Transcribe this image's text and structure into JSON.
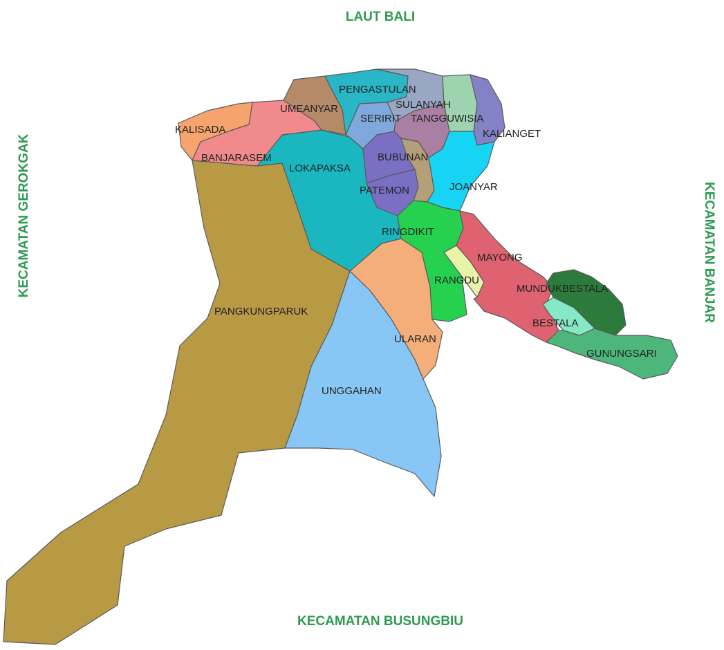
{
  "colors": {
    "border_label": "#2e9a4f",
    "village_label": "#222222"
  },
  "borders": {
    "north": "LAUT BALI",
    "south": "KECAMATAN BUSUNGBIU",
    "west": "KECAMATAN GEROKGAK",
    "east": "KECAMATAN BANJAR"
  },
  "villages": [
    {
      "key": "pangkungparuk",
      "name": "PANGKUNGPARUK",
      "color": "#b89a45"
    },
    {
      "key": "unggahan",
      "name": "UNGGAHAN",
      "color": "#87c6f5"
    },
    {
      "key": "ularan",
      "name": "ULARAN",
      "color": "#f4ae7a"
    },
    {
      "key": "lokapaksa",
      "name": "LOKAPAKSA",
      "color": "#1ab7c1"
    },
    {
      "key": "banjarasem",
      "name": "BANJARASEM",
      "color": "#f08a8c"
    },
    {
      "key": "kalisada",
      "name": "KALISADA",
      "color": "#f6a36e"
    },
    {
      "key": "umeanyar",
      "name": "UMEANYAR",
      "color": "#b48a68"
    },
    {
      "key": "pengastulan",
      "name": "PENGASTULAN",
      "color": "#29b6c6"
    },
    {
      "key": "sulanyah",
      "name": "SULANYAH",
      "color": "#9aa7c4"
    },
    {
      "key": "seririt",
      "name": "SERIRIT",
      "color": "#7fa9dc"
    },
    {
      "key": "tangguwisia",
      "name": "TANGGUWISIA",
      "color": "#a97fa3"
    },
    {
      "key": "kaliangget_green",
      "name": "",
      "color": "#9ed3b0"
    },
    {
      "key": "kaliangget",
      "name": "KALIANGET",
      "color": "#8482c6"
    },
    {
      "key": "bubunan",
      "name": "BUBUNAN",
      "color": "#7b6fc4"
    },
    {
      "key": "patemon",
      "name": "PATEMON",
      "color": "#7b6fc4"
    },
    {
      "key": "patemon_strip",
      "name": "",
      "color": "#b39f78"
    },
    {
      "key": "joanyar",
      "name": "JOANYAR",
      "color": "#17d3f4"
    },
    {
      "key": "ringdikit",
      "name": "RINGDIKIT",
      "color": "#26d14f"
    },
    {
      "key": "rangdu",
      "name": "RANGDU",
      "color": "#e8f2a8"
    },
    {
      "key": "mayong",
      "name": "MAYONG",
      "color": "#de6270"
    },
    {
      "key": "mundukbestala",
      "name": "MUNDUKBESTALA",
      "color": "#2c7b3c"
    },
    {
      "key": "bestala",
      "name": "BESTALA",
      "color": "#86e8c4"
    },
    {
      "key": "gunungsari",
      "name": "GUNUNGSARI",
      "color": "#4db77b"
    }
  ]
}
